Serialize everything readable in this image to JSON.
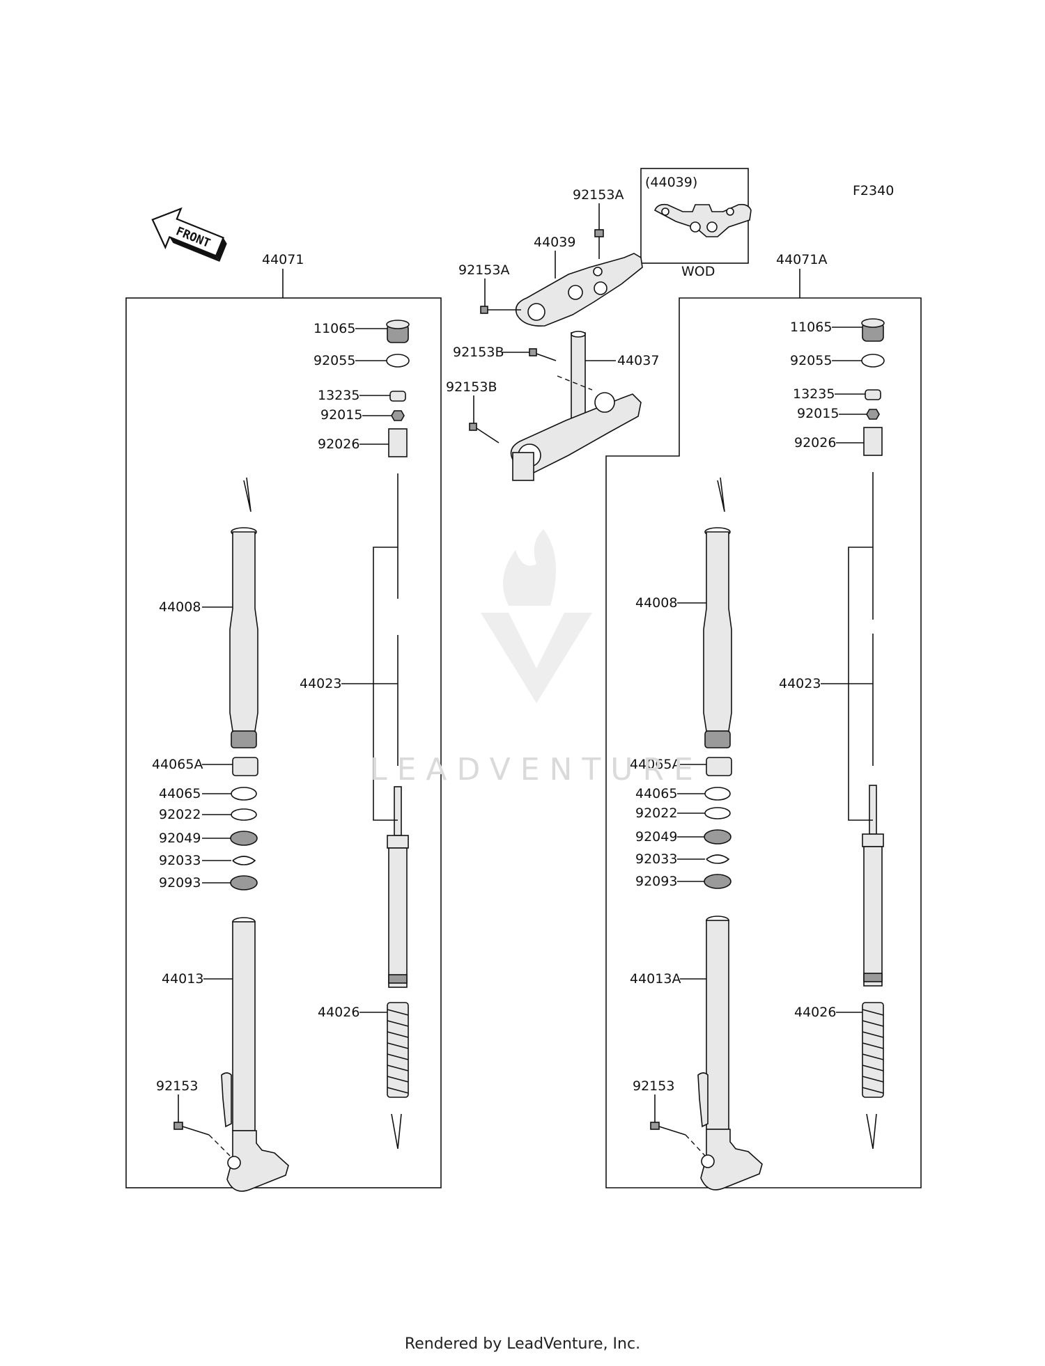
{
  "diagram_code": "F2340",
  "front_label": "FRONT",
  "inset": {
    "ref": "(44039)",
    "caption": "WOD"
  },
  "assemblies": {
    "left": "44071",
    "right": "44071A"
  },
  "center_parts": {
    "p92153A_top": "92153A",
    "p44039": "44039",
    "p92153A_left": "92153A",
    "p92153B_1": "92153B",
    "p44037": "44037",
    "p92153B_2": "92153B"
  },
  "left_parts": {
    "p11065": "11065",
    "p92055": "92055",
    "p13235": "13235",
    "p92015": "92015",
    "p92026": "92026",
    "p44008": "44008",
    "p44023": "44023",
    "p44065A": "44065A",
    "p44065": "44065",
    "p92022": "92022",
    "p92049": "92049",
    "p92033": "92033",
    "p92093": "92093",
    "p44013": "44013",
    "p44026": "44026",
    "p92153": "92153"
  },
  "right_parts": {
    "p11065": "11065",
    "p92055": "92055",
    "p13235": "13235",
    "p92015": "92015",
    "p92026": "92026",
    "p44008": "44008",
    "p44023": "44023",
    "p44065A": "44065A",
    "p44065": "44065",
    "p92022": "92022",
    "p92049": "92049",
    "p92033": "92033",
    "p92093": "92093",
    "p44013A": "44013A",
    "p44026": "44026",
    "p92153": "92153"
  },
  "watermark": "LEADVENTURE",
  "footer": "Rendered by LeadVenture, Inc."
}
